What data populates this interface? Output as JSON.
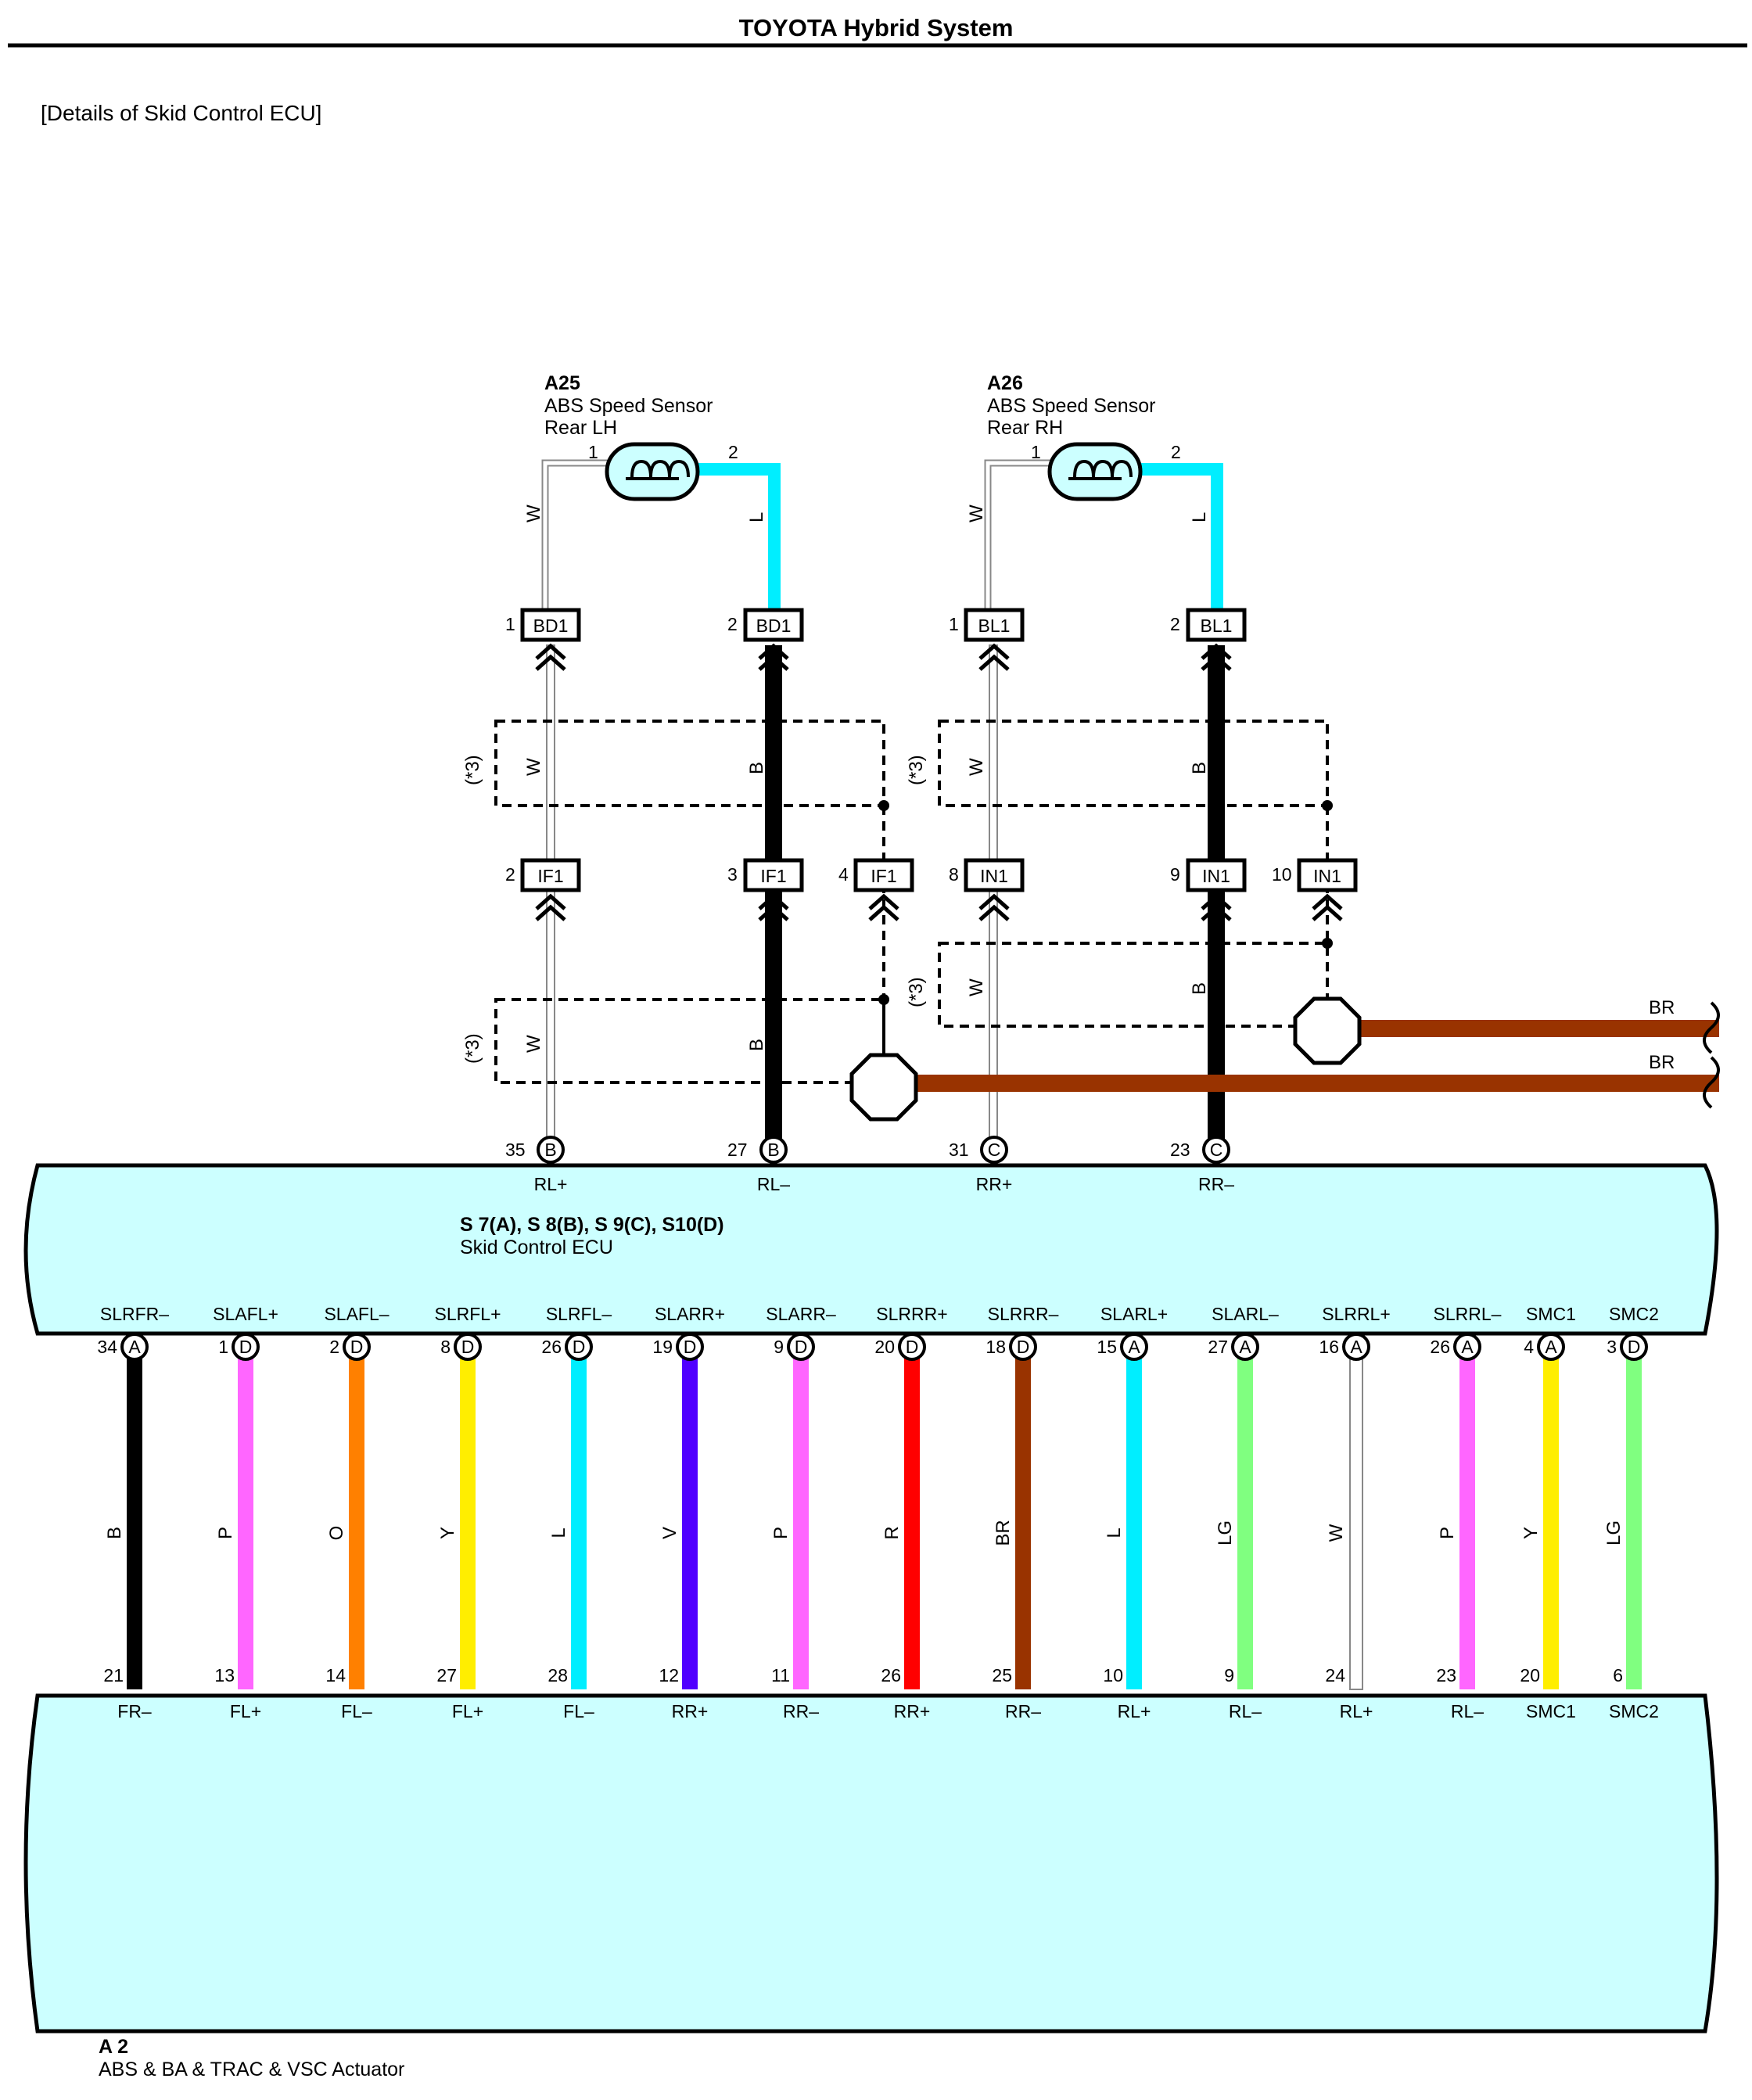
{
  "header": {
    "title": "TOYOTA Hybrid System",
    "subtitle": "[Details of Skid Control ECU]"
  },
  "sensors": [
    {
      "id": "A25",
      "name": "ABS Speed Sensor",
      "loc": "Rear LH",
      "pin1": "1",
      "pin2": "2",
      "w1": "W",
      "w2": "L"
    },
    {
      "id": "A26",
      "name": "ABS Speed Sensor",
      "loc": "Rear RH",
      "pin1": "1",
      "pin2": "2",
      "w1": "W",
      "w2": "L"
    }
  ],
  "connectors": [
    {
      "pin": "1",
      "label": "BD1"
    },
    {
      "pin": "2",
      "label": "BD1"
    },
    {
      "pin": "1",
      "label": "BL1"
    },
    {
      "pin": "2",
      "label": "BL1"
    },
    {
      "pin": "2",
      "label": "IF1"
    },
    {
      "pin": "3",
      "label": "IF1"
    },
    {
      "pin": "4",
      "label": "IF1"
    },
    {
      "pin": "8",
      "label": "IN1"
    },
    {
      "pin": "9",
      "label": "IN1"
    },
    {
      "pin": "10",
      "label": "IN1"
    }
  ],
  "shield_note": "(*3)",
  "shield_wires": {
    "w": "W",
    "b": "B"
  },
  "ground_wires": {
    "top": "BR",
    "bottom": "BR"
  },
  "ecu": {
    "name_line1": "S 7(A), S 8(B), S 9(C), S10(D)",
    "name_line2": "Skid Control ECU",
    "top_pins": [
      {
        "num": "35",
        "conn": "B",
        "sig": "RL+"
      },
      {
        "num": "27",
        "conn": "B",
        "sig": "RL–"
      },
      {
        "num": "31",
        "conn": "C",
        "sig": "RR+"
      },
      {
        "num": "23",
        "conn": "C",
        "sig": "RR–"
      }
    ],
    "bottom_pins": [
      {
        "sig": "SLRFR–",
        "num": "34",
        "conn": "A"
      },
      {
        "sig": "SLAFL+",
        "num": "1",
        "conn": "D"
      },
      {
        "sig": "SLAFL–",
        "num": "2",
        "conn": "D"
      },
      {
        "sig": "SLRFL+",
        "num": "8",
        "conn": "D"
      },
      {
        "sig": "SLRFL–",
        "num": "26",
        "conn": "D"
      },
      {
        "sig": "SLARR+",
        "num": "19",
        "conn": "D"
      },
      {
        "sig": "SLARR–",
        "num": "9",
        "conn": "D"
      },
      {
        "sig": "SLRRR+",
        "num": "20",
        "conn": "D"
      },
      {
        "sig": "SLRRR–",
        "num": "18",
        "conn": "D"
      },
      {
        "sig": "SLARL+",
        "num": "15",
        "conn": "A"
      },
      {
        "sig": "SLARL–",
        "num": "27",
        "conn": "A"
      },
      {
        "sig": "SLRRL+",
        "num": "16",
        "conn": "A"
      },
      {
        "sig": "SLRRL–",
        "num": "26",
        "conn": "A"
      },
      {
        "sig": "SMC1",
        "num": "4",
        "conn": "A"
      },
      {
        "sig": "SMC2",
        "num": "3",
        "conn": "D"
      }
    ]
  },
  "wires": [
    {
      "code": "B",
      "color": "#000000"
    },
    {
      "code": "P",
      "color": "#ff66ff"
    },
    {
      "code": "O",
      "color": "#ff8000"
    },
    {
      "code": "Y",
      "color": "#ffee00"
    },
    {
      "code": "L",
      "color": "#00eeff"
    },
    {
      "code": "V",
      "color": "#5000ff"
    },
    {
      "code": "P",
      "color": "#ff66ff"
    },
    {
      "code": "R",
      "color": "#ff0000"
    },
    {
      "code": "BR",
      "color": "#993300"
    },
    {
      "code": "L",
      "color": "#00eeff"
    },
    {
      "code": "LG",
      "color": "#80ff80"
    },
    {
      "code": "W",
      "color": "#ffffff"
    },
    {
      "code": "P",
      "color": "#ff66ff"
    },
    {
      "code": "Y",
      "color": "#ffee00"
    },
    {
      "code": "LG",
      "color": "#80ff80"
    }
  ],
  "actuator": {
    "id": "A 2",
    "name": "ABS & BA & TRAC & VSC Actuator",
    "pins": [
      {
        "num": "21",
        "sig": "FR–"
      },
      {
        "num": "13",
        "sig": "FL+"
      },
      {
        "num": "14",
        "sig": "FL–"
      },
      {
        "num": "27",
        "sig": "FL+"
      },
      {
        "num": "28",
        "sig": "FL–"
      },
      {
        "num": "12",
        "sig": "RR+"
      },
      {
        "num": "11",
        "sig": "RR–"
      },
      {
        "num": "26",
        "sig": "RR+"
      },
      {
        "num": "25",
        "sig": "RR–"
      },
      {
        "num": "10",
        "sig": "RL+"
      },
      {
        "num": "9",
        "sig": "RL–"
      },
      {
        "num": "24",
        "sig": "RL+"
      },
      {
        "num": "23",
        "sig": "RL–"
      },
      {
        "num": "20",
        "sig": "SMC1"
      },
      {
        "num": "6",
        "sig": "SMC2"
      }
    ]
  },
  "colors": {
    "box_fill": "#ccffff",
    "sensor_wire": "#00eeff",
    "ground": "#993300"
  }
}
